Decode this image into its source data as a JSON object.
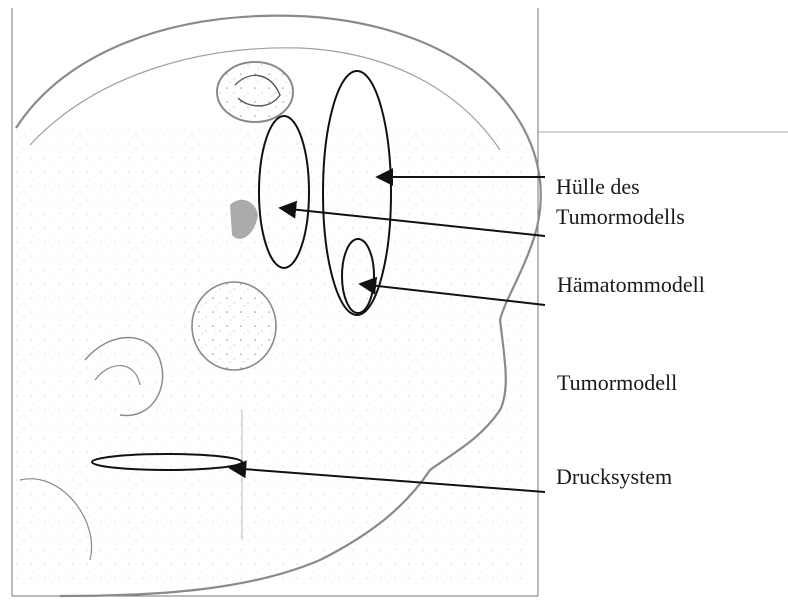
{
  "labels": {
    "huelle_line1": "Hülle des",
    "huelle_line2": "Tumormodells",
    "haematom": "Hämatommodell",
    "tumor": "Tumormodell",
    "druck": "Drucksystem"
  },
  "colors": {
    "outline": "#2a2a2a",
    "sketch": "#8a8a8a",
    "frame": "#777777",
    "background": "#ffffff"
  }
}
